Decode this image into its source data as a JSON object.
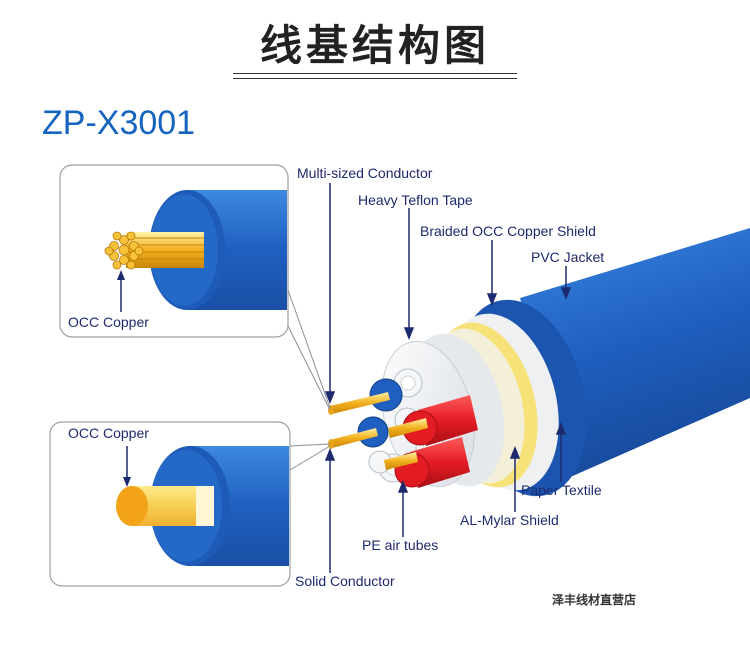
{
  "page_title": "线基结构图",
  "model": "ZP-X3001",
  "store_name": "泽丰线材直营店",
  "labels": {
    "multi_sized_conductor": "Multi-sized Conductor",
    "heavy_teflon_tape": "Heavy Teflon Tape",
    "braided_shield": "Braided OCC Copper Shield",
    "pvc_jacket": "PVC Jacket",
    "paper_textile": "Paper Textile",
    "al_mylar_shield": "AL-Mylar Shield",
    "pe_air_tubes": "PE air tubes",
    "solid_conductor": "Solid Conductor",
    "occ_copper_top": "OCC Copper",
    "occ_copper_bottom": "OCC Copper"
  },
  "colors": {
    "jacket_blue": "#1f63c4",
    "label_text": "#1e2a6e",
    "model_text": "#1565c0",
    "red_insulation": "#e31b23",
    "copper_gold": "#f2b01e",
    "mylar_yellow": "#f7e27a"
  }
}
